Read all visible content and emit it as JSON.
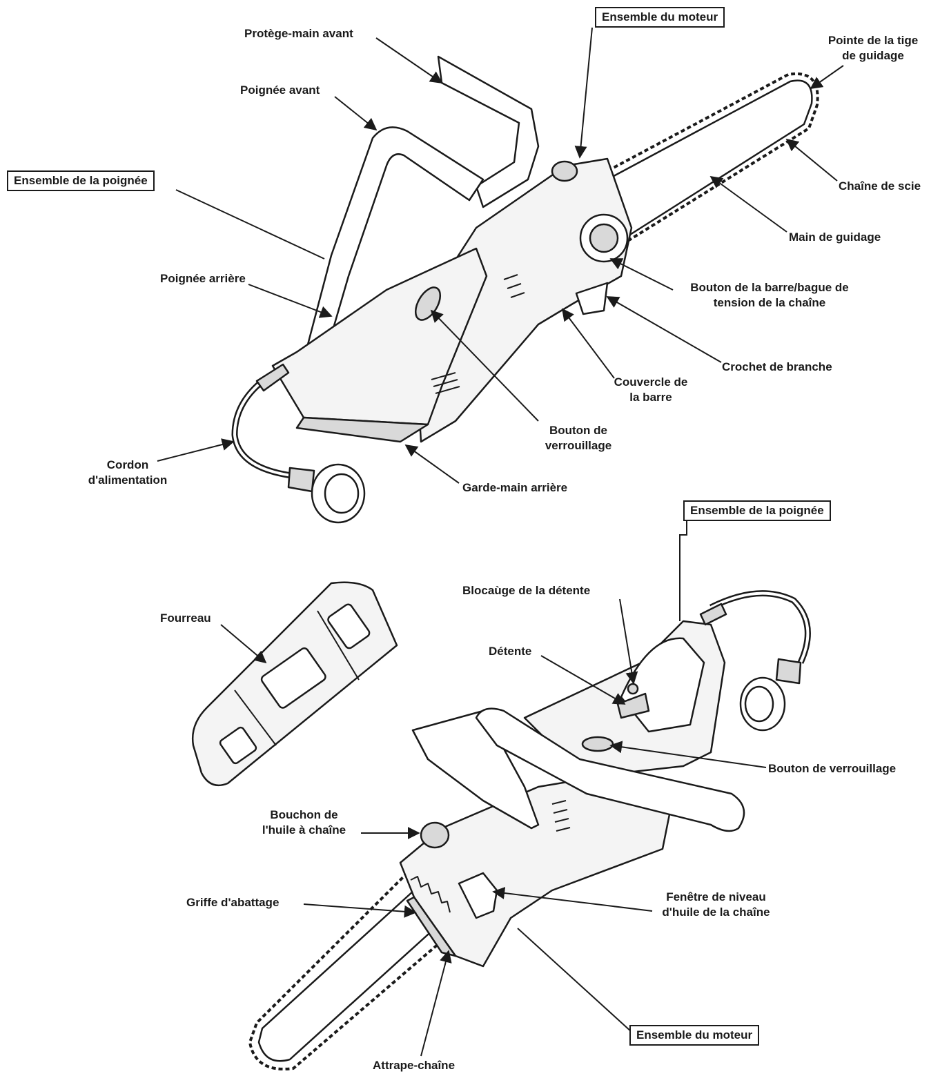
{
  "colors": {
    "ink": "#1a1a1a",
    "paper": "#ffffff",
    "body_fill": "#f4f4f4",
    "shade": "#d9d9d9"
  },
  "top_view": {
    "ensemble_moteur": "Ensemble du moteur",
    "protege_main_avant": "Protège-main avant",
    "poignee_avant": "Poignée avant",
    "ensemble_poignee": "Ensemble de la poignée",
    "poignee_arriere": "Poignée arrière",
    "pointe_tige": [
      "Pointe de la tige",
      "de guidage"
    ],
    "chaine_scie": "Chaîne de scie",
    "main_guidage": "Main de guidage",
    "bouton_barre": [
      "Bouton de la barre/bague de",
      "tension de la chaîne"
    ],
    "crochet_branche": "Crochet de branche",
    "couvercle_barre": [
      "Couvercle de",
      "la barre"
    ],
    "bouton_verrouillage": [
      "Bouton de",
      "verrouillage"
    ],
    "cordon": [
      "Cordon",
      "d'alimentation"
    ],
    "garde_main_arriere": "Garde-main arrière"
  },
  "bottom_view": {
    "ensemble_poignee": "Ensemble de la poignée",
    "blocauge_detente": "Blocaùge de la détente",
    "fourreau": "Fourreau",
    "detente": "Détente",
    "bouton_verrouillage": "Bouton de verrouillage",
    "bouchon_huile": [
      "Bouchon de",
      "l'huile à chaîne"
    ],
    "griffe_abattage": "Griffe d'abattage",
    "fenetre_niveau": [
      "Fenêtre de niveau",
      "d'huile de la chaîne"
    ],
    "ensemble_moteur": "Ensemble du moteur",
    "attrape_chaine": "Attrape-chaîne"
  }
}
